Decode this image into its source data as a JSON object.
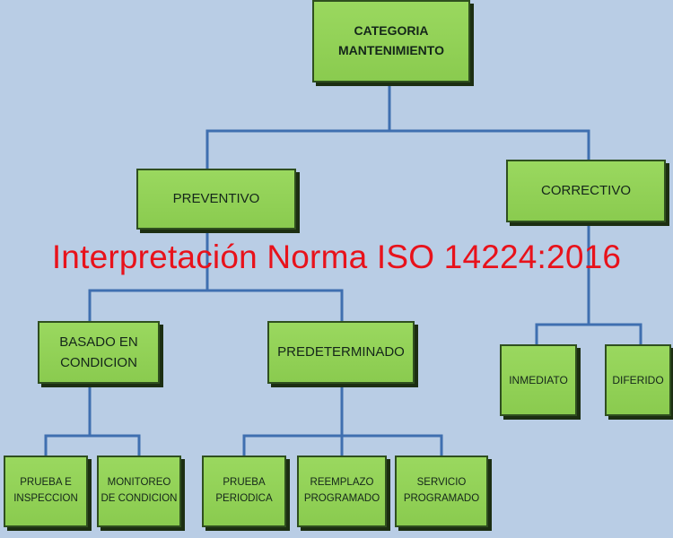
{
  "diagram": {
    "root": {
      "label": "CATEGORIA\nMANTENIMIENTO"
    },
    "preventivo": {
      "label": "PREVENTIVO",
      "basado_en_condicion": {
        "label": "BASADO EN\nCONDICION",
        "children": [
          {
            "label": "PRUEBA E\nINSPECCION"
          },
          {
            "label": "MONITOREO\nDE CONDICION"
          }
        ]
      },
      "predeterminado": {
        "label": "PREDETERMINADO",
        "children": [
          {
            "label": "PRUEBA\nPERIODICA"
          },
          {
            "label": "REEMPLAZO\nPROGRAMADO"
          },
          {
            "label": "SERVICIO\nPROGRAMADO"
          }
        ]
      }
    },
    "correctivo": {
      "label": "CORRECTIVO",
      "children": [
        {
          "label": "INMEDIATO"
        },
        {
          "label": "DIFERIDO"
        }
      ]
    }
  },
  "overlay_title": "Interpretación Norma ISO 14224:2016",
  "colors": {
    "background": "#b9cde5",
    "box_fill": "#92d050",
    "connector": "#3f6fb0",
    "title_text": "#e8121b"
  }
}
